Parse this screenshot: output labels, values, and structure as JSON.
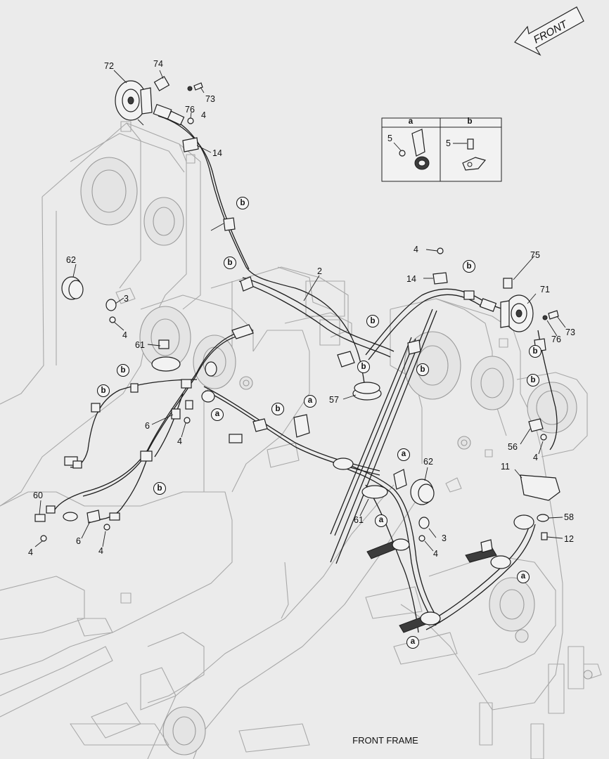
{
  "caption": "FRONT FRAME",
  "front_arrow": "FRONT",
  "legend": {
    "a": {
      "title": "a",
      "part": "5"
    },
    "b": {
      "title": "b",
      "part": "5"
    }
  },
  "callouts": {
    "n72": "72",
    "n74": "74",
    "n73a": "73",
    "n76a": "76",
    "n4a": "4",
    "n14a": "14",
    "n62a": "62",
    "n3a": "3",
    "n4b": "4",
    "n61a": "61",
    "n6a": "6",
    "n4c": "4",
    "n60": "60",
    "n4d": "4",
    "n6b": "6",
    "n4e": "4",
    "n2": "2",
    "n57": "57",
    "n61b": "61",
    "n62b": "62",
    "n3b": "3",
    "n4f": "4",
    "n4g": "4",
    "n14b": "14",
    "n75": "75",
    "n71": "71",
    "n76b": "76",
    "n73b": "73",
    "n56": "56",
    "n4h": "4",
    "n11": "11",
    "n58": "58",
    "n12": "12"
  },
  "clamp_markers": {
    "b1": "b",
    "b2": "b",
    "b3": "b",
    "b4": "b",
    "b5": "b",
    "b6": "b",
    "b7": "b",
    "b8": "b",
    "b9": "b",
    "b10": "b",
    "b11": "b",
    "b12": "b",
    "a1": "a",
    "a2": "a",
    "a3": "a",
    "a4": "a",
    "a5": "a",
    "a6": "a"
  }
}
